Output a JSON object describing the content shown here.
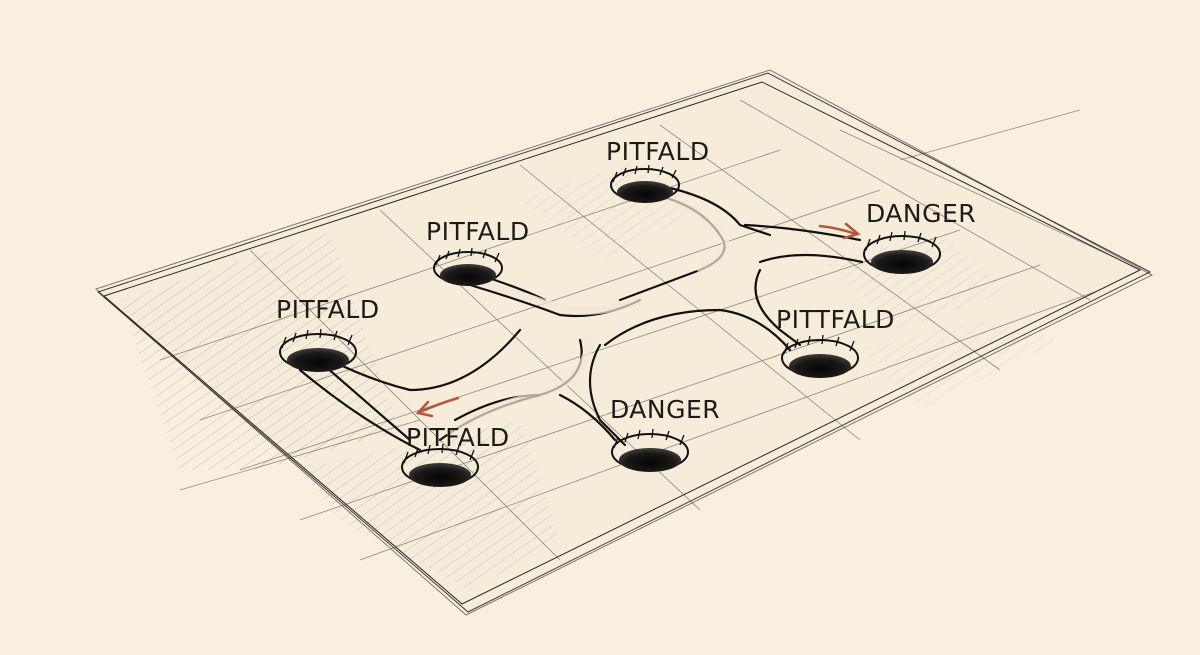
{
  "diagram": {
    "background_color": "#f8efdf",
    "ink_color": "#1d1b18",
    "arrow_color": "#b8553a",
    "pits": [
      {
        "id": "pit-top",
        "label": "PITFALD",
        "kind": "pitfall"
      },
      {
        "id": "pit-upper-left",
        "label": "PITFALD",
        "kind": "pitfall"
      },
      {
        "id": "pit-far-left",
        "label": "PITFALD",
        "kind": "pitfall"
      },
      {
        "id": "pit-bottom-left",
        "label": "PITFALD",
        "kind": "pitfall"
      },
      {
        "id": "pit-right-mid",
        "label": "PITTFALD",
        "kind": "pitfall"
      },
      {
        "id": "danger-right",
        "label": "DANGER",
        "kind": "danger"
      },
      {
        "id": "danger-bottom",
        "label": "DANGER",
        "kind": "danger"
      }
    ],
    "arrows": [
      {
        "id": "arrow-to-danger",
        "icon": "red-arrow-right-icon"
      },
      {
        "id": "arrow-to-pitfall",
        "icon": "red-arrow-down-left-icon"
      }
    ]
  }
}
